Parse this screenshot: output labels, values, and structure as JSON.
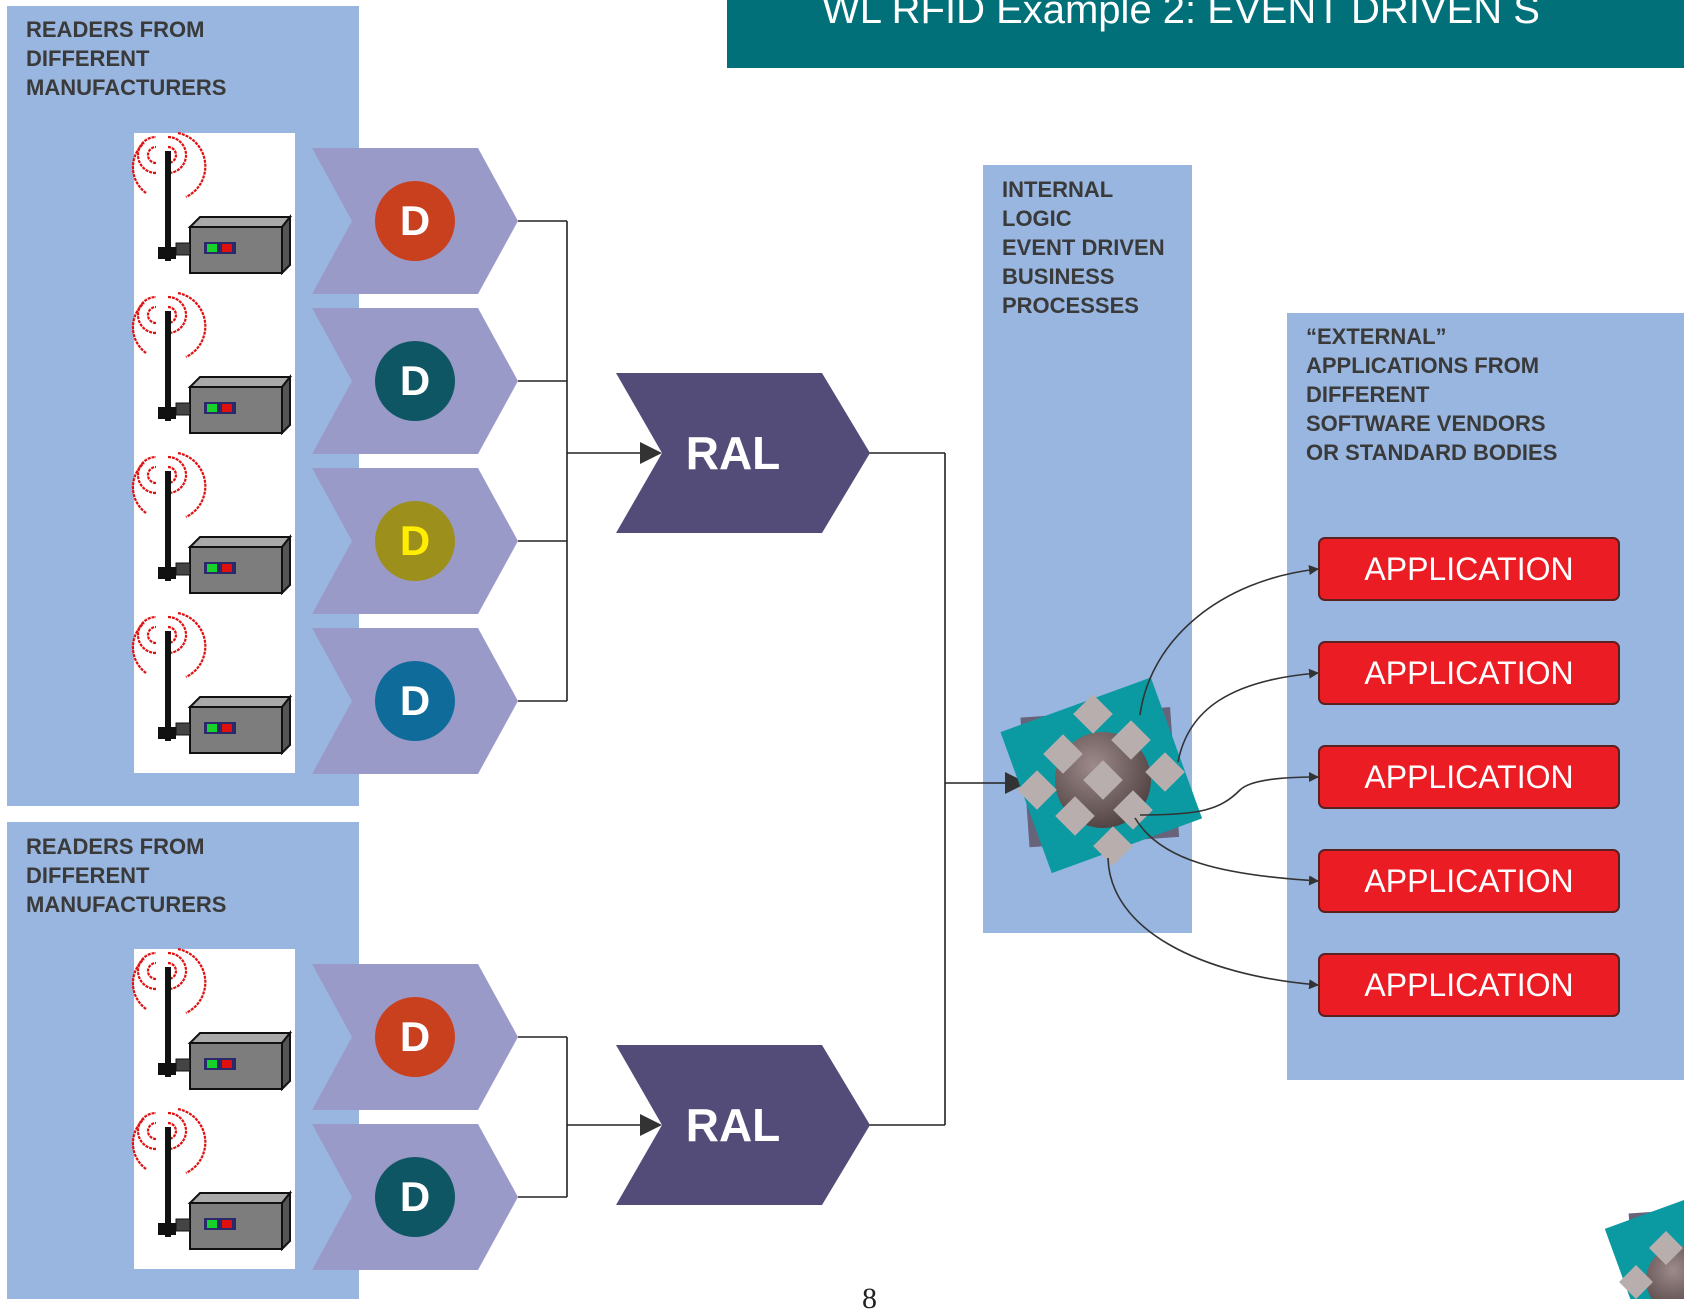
{
  "header": {
    "title": "WL RFID Example 2:  EVENT DRIVEN S"
  },
  "panels": {
    "readers_top": "READERS FROM\nDIFFERENT\nMANUFACTURERS",
    "readers_bottom": "READERS FROM\nDIFFERENT\nMANUFACTURERS",
    "internal": "INTERNAL\nLOGIC\nEVENT DRIVEN\nBUSINESS\nPROCESSES",
    "external": "“EXTERNAL”\nAPPLICATIONS FROM\nDIFFERENT\nSOFTWARE VENDORS\nOR STANDARD BODIES"
  },
  "drivers": [
    {
      "label": "D",
      "color": "#c8401e",
      "text_color": "#ffffff"
    },
    {
      "label": "D",
      "color": "#0e5663",
      "text_color": "#ffffff"
    },
    {
      "label": "D",
      "color": "#9c8f1c",
      "text_color": "#ffee00"
    },
    {
      "label": "D",
      "color": "#0f6c9a",
      "text_color": "#ffffff"
    },
    {
      "label": "D",
      "color": "#c8401e",
      "text_color": "#ffffff"
    },
    {
      "label": "D",
      "color": "#0e5663",
      "text_color": "#ffffff"
    }
  ],
  "ral": [
    {
      "label": "RAL"
    },
    {
      "label": "RAL"
    }
  ],
  "applications": [
    {
      "label": "APPLICATION"
    },
    {
      "label": "APPLICATION"
    },
    {
      "label": "APPLICATION"
    },
    {
      "label": "APPLICATION"
    },
    {
      "label": "APPLICATION"
    }
  ],
  "page_number": "8",
  "colors": {
    "panel": "#98b6e0",
    "chevron_driver": "#9a9ac8",
    "chevron_ral": "#544c78",
    "title_bar": "#027078",
    "application": "#ec1c24"
  }
}
